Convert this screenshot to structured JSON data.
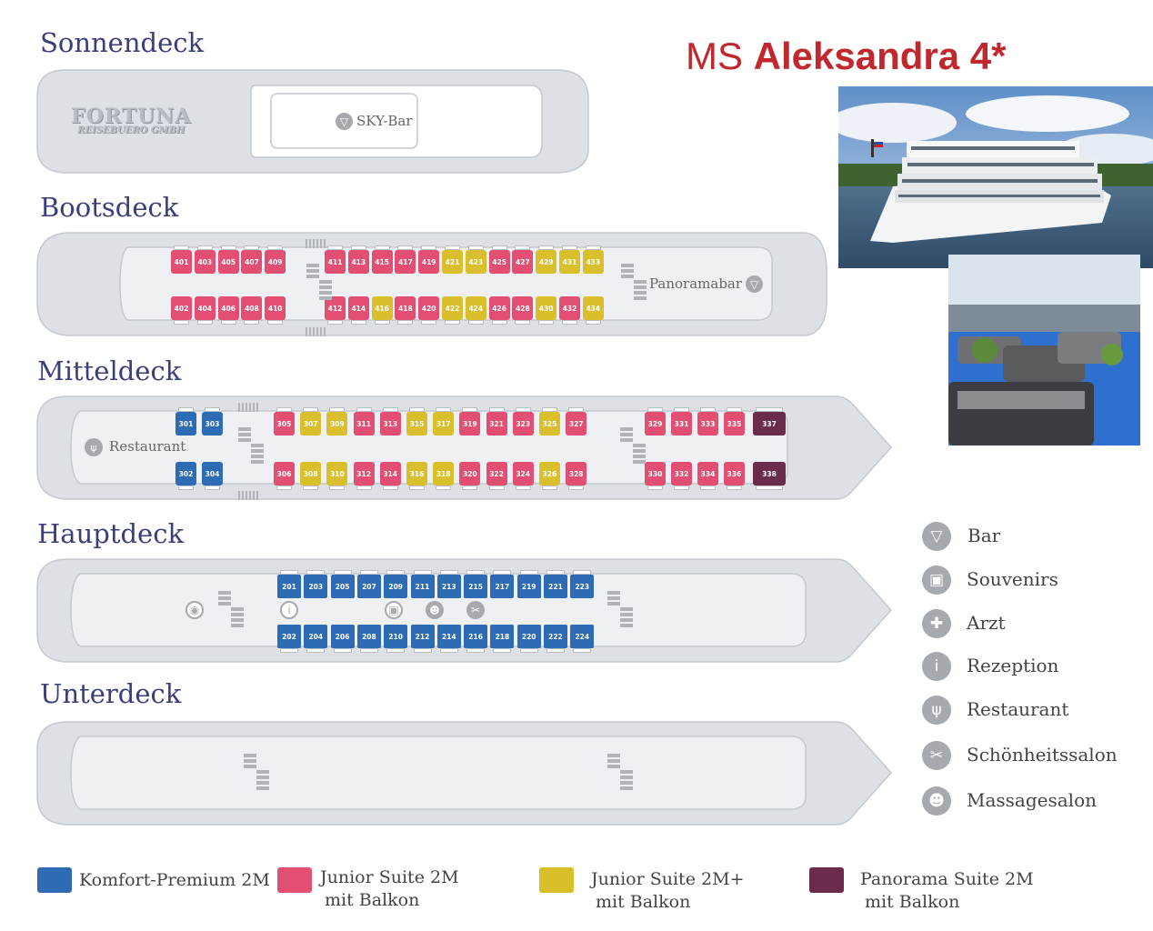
{
  "title": {
    "prefix": "MS",
    "name": "Aleksandra 4*"
  },
  "brand": {
    "line1": "FORTUNA",
    "line2": "REISEBUERO GMBH"
  },
  "colors": {
    "blue": "#2d6cb4",
    "pink": "#e24f73",
    "yellow": "#d9bf2c",
    "purple": "#6a2c4a",
    "hull": "#dde1e6",
    "title_red": "#c0282e"
  },
  "decks": {
    "sonnendeck": {
      "name": "Sonnendeck",
      "sky_bar": "SKY-Bar"
    },
    "bootsdeck": {
      "name": "Bootsdeck",
      "panoramabar": "Panoramabar",
      "top": [
        [
          "401",
          "pink"
        ],
        [
          "403",
          "pink"
        ],
        [
          "405",
          "pink"
        ],
        [
          "407",
          "pink"
        ],
        [
          "409",
          "pink"
        ],
        [
          "411",
          "pink"
        ],
        [
          "413",
          "pink"
        ],
        [
          "415",
          "pink"
        ],
        [
          "417",
          "pink"
        ],
        [
          "419",
          "pink"
        ],
        [
          "421",
          "yellow"
        ],
        [
          "423",
          "yellow"
        ],
        [
          "425",
          "pink"
        ],
        [
          "427",
          "pink"
        ],
        [
          "429",
          "yellow"
        ],
        [
          "431",
          "yellow"
        ],
        [
          "433",
          "yellow"
        ]
      ],
      "bottom": [
        [
          "402",
          "pink"
        ],
        [
          "404",
          "pink"
        ],
        [
          "406",
          "pink"
        ],
        [
          "408",
          "pink"
        ],
        [
          "410",
          "pink"
        ],
        [
          "412",
          "pink"
        ],
        [
          "414",
          "pink"
        ],
        [
          "416",
          "yellow"
        ],
        [
          "418",
          "pink"
        ],
        [
          "420",
          "pink"
        ],
        [
          "422",
          "yellow"
        ],
        [
          "424",
          "yellow"
        ],
        [
          "426",
          "pink"
        ],
        [
          "428",
          "pink"
        ],
        [
          "430",
          "yellow"
        ],
        [
          "432",
          "pink"
        ],
        [
          "434",
          "yellow"
        ]
      ]
    },
    "mitteldeck": {
      "name": "Mitteldeck",
      "restaurant": "Restaurant",
      "top": [
        [
          "301",
          "blue"
        ],
        [
          "303",
          "blue"
        ],
        [
          "305",
          "pink"
        ],
        [
          "307",
          "yellow"
        ],
        [
          "309",
          "yellow"
        ],
        [
          "311",
          "pink"
        ],
        [
          "313",
          "pink"
        ],
        [
          "315",
          "yellow"
        ],
        [
          "317",
          "yellow"
        ],
        [
          "319",
          "pink"
        ],
        [
          "321",
          "pink"
        ],
        [
          "323",
          "pink"
        ],
        [
          "325",
          "yellow"
        ],
        [
          "327",
          "pink"
        ],
        [
          "329",
          "pink"
        ],
        [
          "331",
          "pink"
        ],
        [
          "333",
          "pink"
        ],
        [
          "335",
          "pink"
        ],
        [
          "337",
          "purple"
        ]
      ],
      "bottom": [
        [
          "302",
          "blue"
        ],
        [
          "304",
          "blue"
        ],
        [
          "306",
          "pink"
        ],
        [
          "308",
          "yellow"
        ],
        [
          "310",
          "yellow"
        ],
        [
          "312",
          "pink"
        ],
        [
          "314",
          "pink"
        ],
        [
          "316",
          "yellow"
        ],
        [
          "318",
          "yellow"
        ],
        [
          "320",
          "pink"
        ],
        [
          "322",
          "pink"
        ],
        [
          "324",
          "pink"
        ],
        [
          "326",
          "yellow"
        ],
        [
          "328",
          "pink"
        ],
        [
          "330",
          "pink"
        ],
        [
          "332",
          "pink"
        ],
        [
          "334",
          "pink"
        ],
        [
          "336",
          "pink"
        ],
        [
          "338",
          "purple"
        ]
      ]
    },
    "hauptdeck": {
      "name": "Hauptdeck",
      "top": [
        "201",
        "203",
        "205",
        "207",
        "209",
        "211",
        "213",
        "215",
        "217",
        "219",
        "221",
        "223"
      ],
      "bottom": [
        "202",
        "204",
        "206",
        "208",
        "210",
        "212",
        "214",
        "216",
        "218",
        "220",
        "222",
        "224"
      ]
    },
    "unterdeck": {
      "name": "Unterdeck"
    }
  },
  "facilities_legend": [
    {
      "label": "Bar",
      "icon": "cocktail-icon"
    },
    {
      "label": "Souvenirs",
      "icon": "gift-icon"
    },
    {
      "label": "Arzt",
      "icon": "medical-cross-icon"
    },
    {
      "label": "Rezeption",
      "icon": "info-icon"
    },
    {
      "label": "Restaurant",
      "icon": "cutlery-icon"
    },
    {
      "label": "Schönheitssalon",
      "icon": "scissors-icon"
    },
    {
      "label": "Massagesalon",
      "icon": "massage-icon"
    }
  ],
  "cabin_legend": [
    {
      "color": "blue",
      "line1": "Komfort-Premium 2M",
      "line2": ""
    },
    {
      "color": "pink",
      "line1": "Junior Suite 2M",
      "line2": "mit Balkon"
    },
    {
      "color": "yellow",
      "line1": "Junior Suite 2M+",
      "line2": "mit Balkon"
    },
    {
      "color": "purple",
      "line1": "Panorama Suite 2M",
      "line2": "mit Balkon"
    }
  ]
}
